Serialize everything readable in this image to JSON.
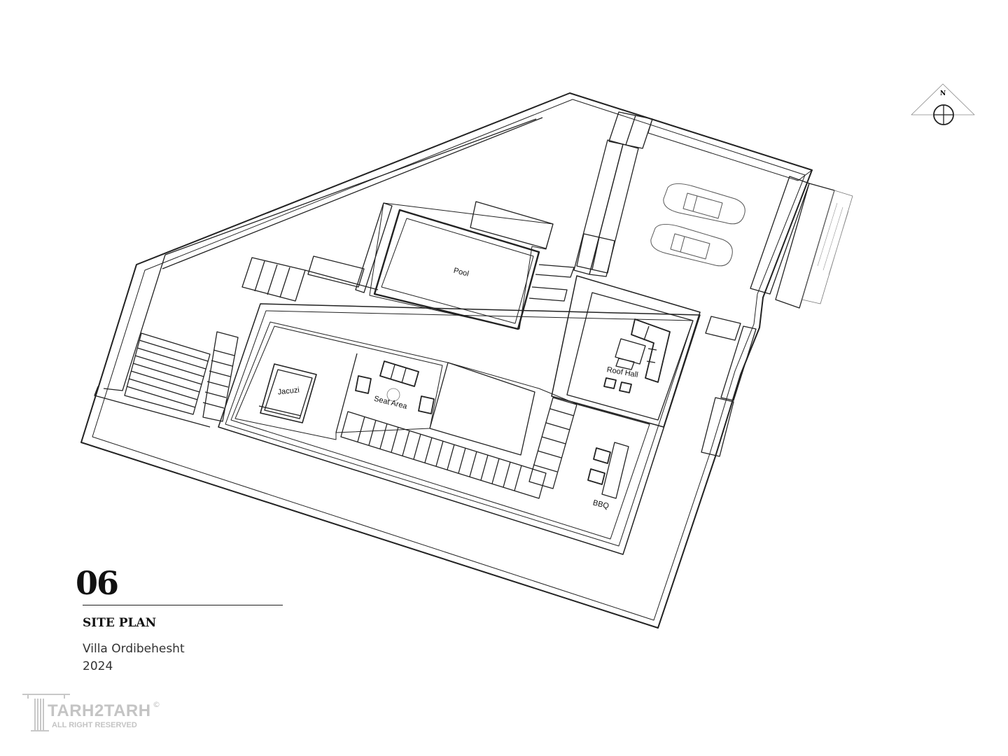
{
  "rooms": {
    "pool": "Pool",
    "jacuzi": "Jacuzi",
    "seat_area": "Seat Area",
    "roof_hall": "Roof Hall",
    "bbq": "BBQ"
  },
  "compass": {
    "north": "N"
  },
  "sheet": {
    "number": "06",
    "title": "SITE PLAN",
    "project": "Villa Ordibehesht",
    "year": "2024"
  },
  "watermark": {
    "brand": "TARH2TARH",
    "rights": "ALL RIGHT RESERVED",
    "copyright": "©"
  }
}
